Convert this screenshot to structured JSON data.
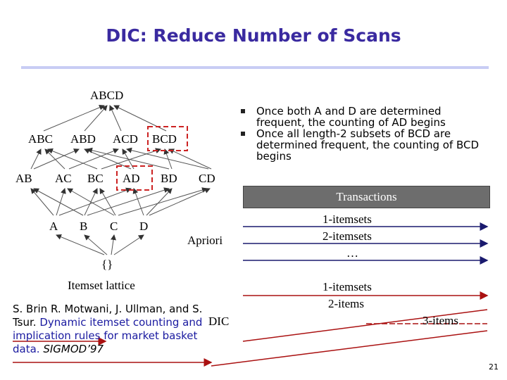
{
  "slide": {
    "title": "DIC: Reduce Number of Scans",
    "page_number": "21"
  },
  "lattice": {
    "top": "ABCD",
    "level3": [
      "ABC",
      "ABD",
      "ACD",
      "BCD"
    ],
    "level2": [
      "AB",
      "AC",
      "BC",
      "AD",
      "BD",
      "CD"
    ],
    "level1": [
      "A",
      "B",
      "C",
      "D"
    ],
    "bottom": "{}",
    "caption": "Itemset lattice"
  },
  "bullets": [
    "Once both A and D are determined frequent, the counting of AD begins",
    "Once all length-2 subsets of BCD are determined frequent, the counting of BCD begins"
  ],
  "transactions": {
    "header": "Transactions",
    "apriori_label": "Apriori",
    "apriori_passes": [
      "1-itemsets",
      "2-itemsets",
      "…"
    ],
    "dic_label": "DIC",
    "dic_passes": [
      "1-itemsets",
      "2-items",
      "3-items"
    ]
  },
  "reference": {
    "authors": "S. Brin R. Motwani, J. Ullman, and S. Tsur.",
    "title": "Dynamic itemset counting and implication rules for market basket data.",
    "venue": "SIGMOD’97"
  },
  "colors": {
    "title": "#3a2aa0",
    "rule": "#c8cdf4",
    "dashed_box": "#cc2222",
    "apriori_line": "#1a1a6e",
    "dic_line": "#aa1111"
  }
}
